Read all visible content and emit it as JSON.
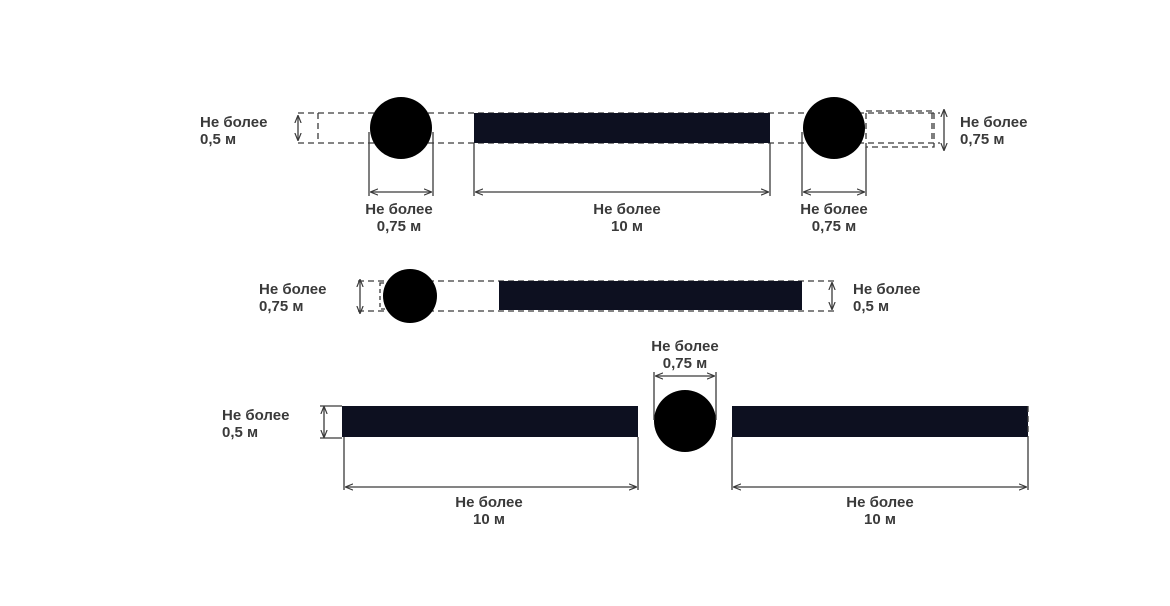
{
  "colors": {
    "fill": "#0d1020",
    "line": "#3a3a3a"
  },
  "labels": {
    "not_more": "Не более",
    "half_m": "0,5 м",
    "three_quarter_m": "0,75 м",
    "ten_m": "10 м"
  }
}
